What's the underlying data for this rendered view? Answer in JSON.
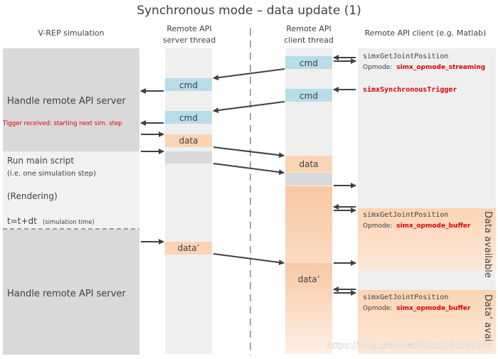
{
  "title": "Synchronous mode – data update (1)",
  "columns": {
    "vrep": "V-REP simulation",
    "server_thread": [
      "Remote API",
      "server thread"
    ],
    "client_thread": [
      "Remote API",
      "client thread"
    ],
    "client": "Remote API client (e.g. Matlab)"
  },
  "sim": {
    "handle_server_1": "Handle remote API server",
    "trigger_received": "Tigger received: starting next sim. step",
    "run_main_script": "Run main script",
    "one_step": "(i.e. one simulation step)",
    "rendering": "(Rendering)",
    "time_update": "t=t+dt",
    "sim_time": "(simulation time)",
    "handle_server_2": "Handle remote API server"
  },
  "server_boxes": {
    "cmd_1": "cmd",
    "cmd_2": "cmd",
    "data": "data",
    "data_prime": "data’"
  },
  "client_boxes": {
    "cmd_1": "cmd",
    "cmd_2": "cmd",
    "data": "data",
    "data_prime": "data’"
  },
  "client_calls": {
    "call_1_func": "simxGetJointPosition",
    "call_1_mode_label": "Opmode:",
    "call_1_mode": "simx_opmode_streaming",
    "trigger_func": "simxSynchronousTrigger",
    "call_2_func": "simxGetJointPosition",
    "call_2_mode_label": "Opmode:",
    "call_2_mode": "simx_opmode_buffer",
    "call_3_func": "simxGetJointPosition",
    "call_3_mode_label": "Opmode:",
    "call_3_mode": "simx_opmode_buffer"
  },
  "availability": {
    "data_available": "Data available",
    "data_prime_available": "Data’ avai"
  },
  "watermark": "https://blog.csdn.net/lilixxq141592654",
  "colors": {
    "sim_gray": "#d9d9d9",
    "sim_light": "#f2f2f2",
    "lane": "#efefef",
    "cmd_box": "#b7dde8",
    "data_box": "#fbd4b4",
    "gray_box": "#d9d9d9",
    "peach": "#fde9d9",
    "arrow": "#404040",
    "red": "#e00000"
  }
}
